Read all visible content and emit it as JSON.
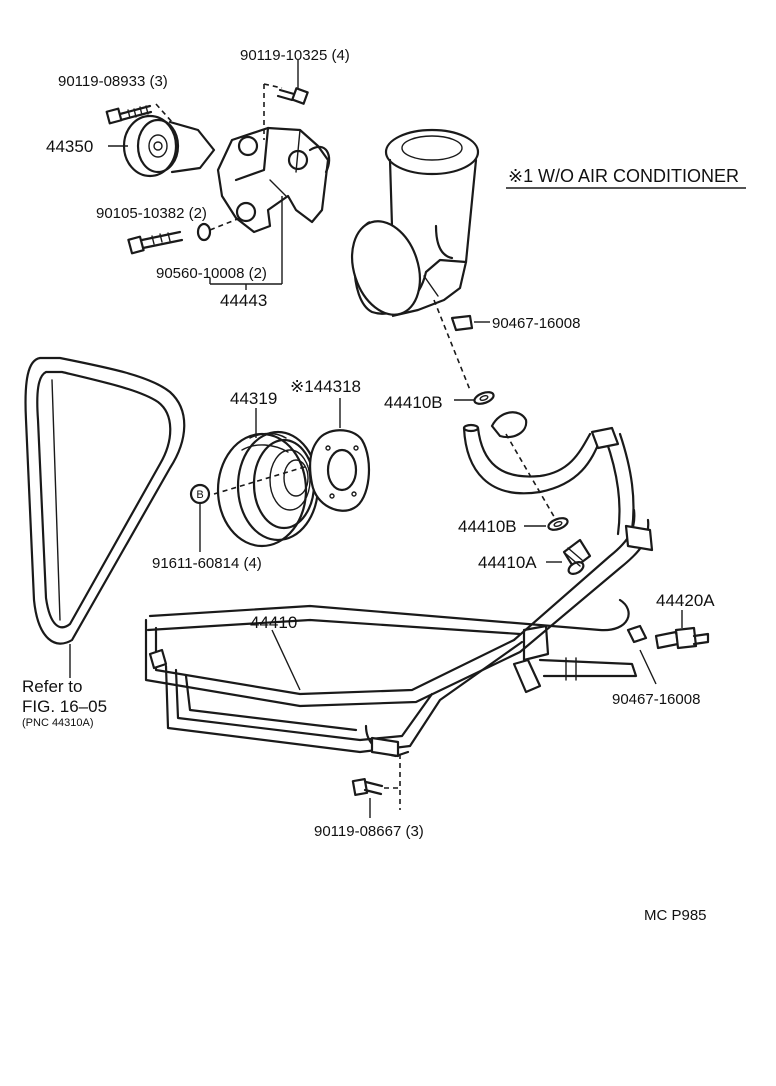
{
  "labels": {
    "bolt_top_right": "90119-10325 (4)",
    "bolt_top_left": "90119-08933 (3)",
    "idler_pulley": "44350",
    "bolt_bracket": "90105-10382 (2)",
    "spacer": "90560-10008 (2)",
    "bracket": "44443",
    "clamp_upper": "90467-16008",
    "pulley": "44319",
    "pulley_flange": "※144318",
    "gasket_upper": "44410B",
    "gasket_lower": "44410B",
    "union_bolt": "44410A",
    "hose_fitting": "44420A",
    "nut": "91611-60814 (4)",
    "clamp_lower": "90467-16008",
    "pressure_tube": "44410",
    "bolt_bottom": "90119-08667 (3)",
    "refer_line1": "Refer to",
    "refer_line2": "FIG. 16–05",
    "refer_line3": "(PNC 44310A)",
    "marker_b": "B",
    "illustration_code": "MC P985"
  },
  "note": {
    "symbol": "※1",
    "text": "W/O AIR CONDITIONER"
  }
}
